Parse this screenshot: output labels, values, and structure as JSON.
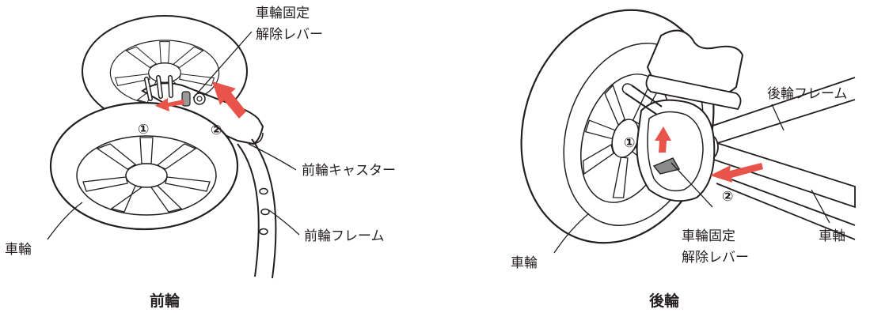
{
  "front": {
    "caption": "前輪",
    "labels": {
      "lever_line1": "車輪固定",
      "lever_line2": "解除レバー",
      "caster": "前輪キャスター",
      "frame": "前輪フレーム",
      "wheel": "車輪"
    },
    "steps": [
      "①",
      "②"
    ]
  },
  "rear": {
    "caption": "後輪",
    "labels": {
      "frame": "後輪フレーム",
      "lever_line1": "車輪固定",
      "lever_line2": "解除レバー",
      "axle": "車軸",
      "wheel": "車輪"
    },
    "steps": [
      "①",
      "②"
    ]
  },
  "colors": {
    "line": "#231f20",
    "arrow": "#e8534a"
  }
}
